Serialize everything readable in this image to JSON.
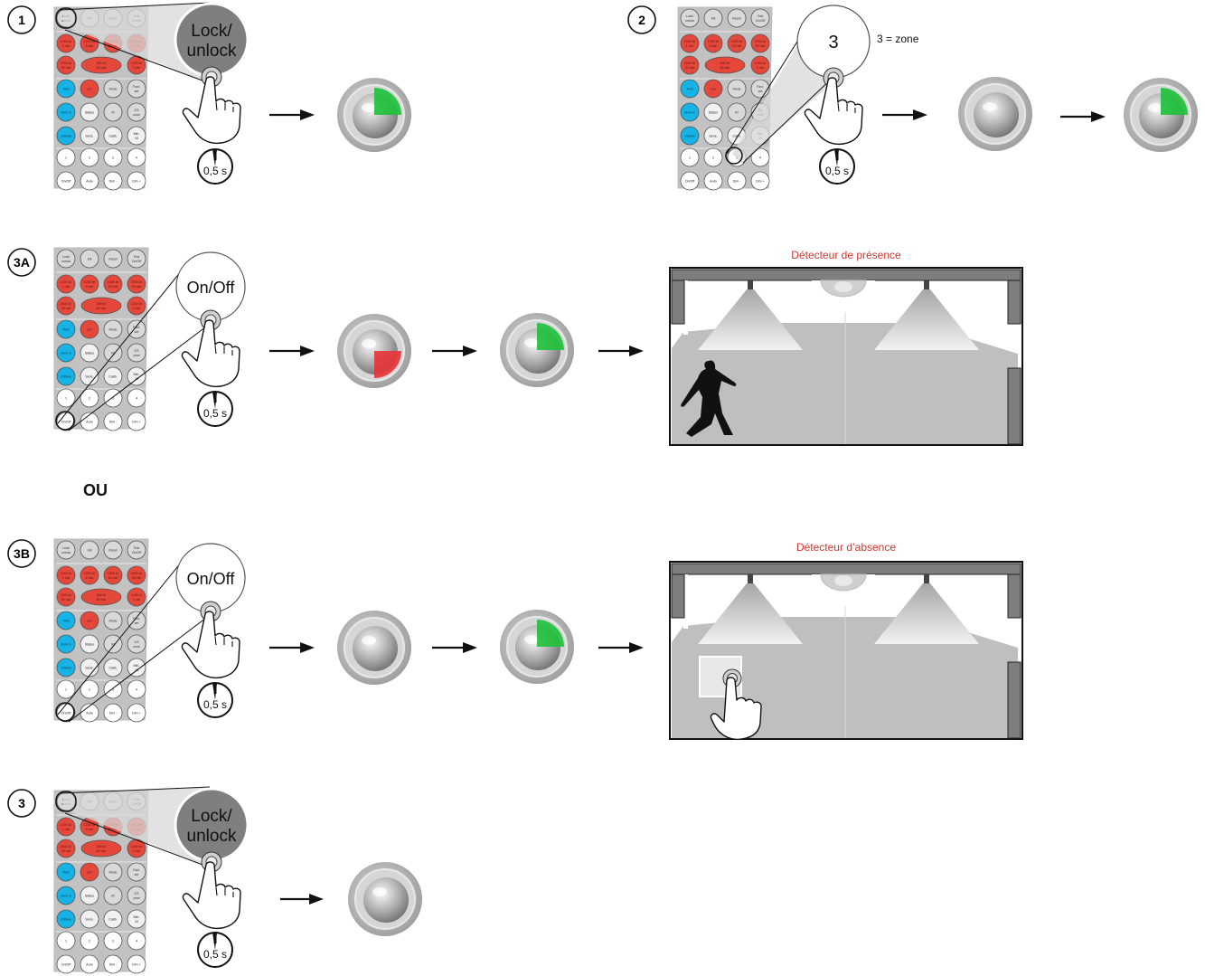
{
  "steps": {
    "s1": "1",
    "s2": "2",
    "s3a": "3A",
    "s3b": "3B",
    "s3": "3"
  },
  "or_label": "OU",
  "zone_note": "3 = zone",
  "timer_label": "0,5 s",
  "zoom_labels": {
    "lock": [
      "Lock/",
      "unlock"
    ],
    "zone": "3",
    "onoff": "On/Off"
  },
  "remote": {
    "rows": [
      [
        [
          "Lock/",
          "unlock"
        ],
        [
          "Init"
        ],
        [
          "Reset"
        ],
        [
          "Test",
          "On/Off"
        ]
      ],
      [
        [
          "1000 lx/",
          "1 min"
        ],
        [
          "1200 lx/",
          "5 min"
        ],
        [
          "1500 lx/",
          "15 min"
        ],
        [
          "2000 lx/",
          "20 min"
        ]
      ],
      [
        [
          "2000 lx/",
          "30 min"
        ],
        [
          "800 lx/",
          "60 min"
        ],
        [
          "1000 lx/",
          "1 min"
        ]
      ],
      [
        [
          "Time"
        ],
        [
          "Lux"
        ],
        [
          "Mode"
        ],
        [
          "Fact.",
          "set"
        ]
      ],
      [
        [
          "Mem lx"
        ],
        [
          "Status"
        ],
        [
          "IR"
        ],
        [
          "2/3",
          "zone"
        ]
      ],
      [
        [
          "1/Slave"
        ],
        [
          "Sens."
        ],
        [
          "Calib."
        ],
        [
          "Min.",
          "10"
        ]
      ],
      [
        [
          "1"
        ],
        [
          "2"
        ],
        [
          "3"
        ],
        [
          "4"
        ]
      ],
      [
        [
          "On/Off"
        ],
        [
          "Auto"
        ],
        [
          "Dim -"
        ],
        [
          "Dim +"
        ]
      ]
    ]
  },
  "rooms": {
    "presence_title": "Détecteur de présence",
    "absence_title": "Détecteur d’absence"
  },
  "sensor_states": {
    "row1": [
      "green"
    ],
    "row2": [
      "off",
      "green"
    ],
    "row3a": [
      "red",
      "green"
    ],
    "row3b": [
      "off",
      "green"
    ],
    "row3": [
      "off"
    ]
  },
  "colors": {
    "led_green": "#1ec13a",
    "led_red": "#e8333a",
    "btn_red": "#e5473a",
    "btn_blue": "#15b3e6",
    "title_red": "#d0342c"
  }
}
